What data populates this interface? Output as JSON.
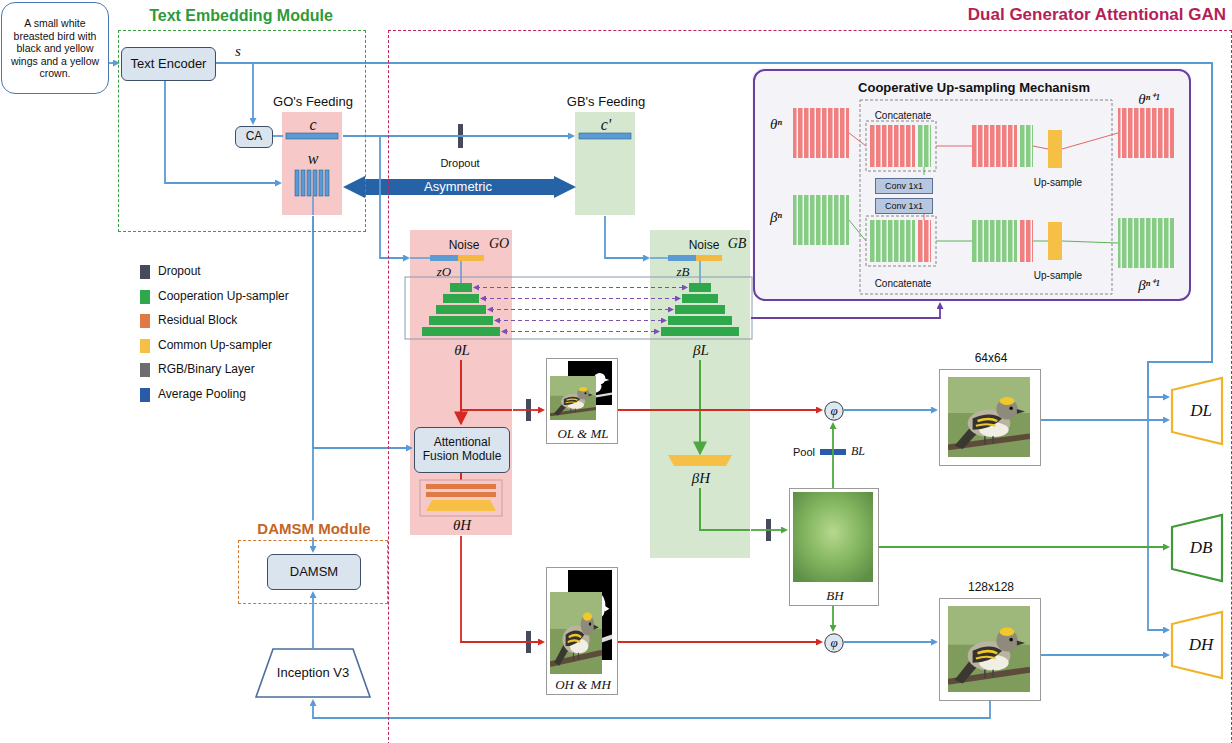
{
  "diagram": {
    "nodes": [
      {
        "text": [
          "A small white breasted bird with black and yellow wings and a yellow crown."
        ]
      },
      {
        "text": [
          "Text Embedding Module"
        ]
      },
      {
        "text": [
          "Text Encoder"
        ],
        "in": 1
      },
      {
        "text": [
          "CA"
        ],
        "in": 1
      },
      {
        "text": [
          "GO's Feeding",
          "c",
          "w"
        ],
        "in": 1
      },
      {
        "text": [
          "Dual Generator Attentional GAN"
        ]
      },
      {
        "text": [
          "GB's Feeding",
          "c'"
        ],
        "in": 5
      },
      {
        "text": [
          "GO",
          "Noise",
          "zO",
          "θL",
          "θH"
        ],
        "in": 5
      },
      {
        "text": [
          "GB",
          "Noise",
          "zB",
          "βL",
          "βH"
        ],
        "in": 5
      },
      {
        "text": [
          "Cooperative Up-sampling Mechanism",
          "θⁿ",
          "βⁿ",
          "Concatenate",
          "Concatenate",
          "Up-sample",
          "Up-sample",
          "θⁿ⁺¹",
          "βⁿ⁺¹"
        ],
        "in": 5
      },
      {
        "text": [
          "Conv 1x1"
        ],
        "in": 9
      },
      {
        "text": [
          "Conv 1x1"
        ],
        "in": 9
      },
      {
        "text": [
          "Attentional Fusion Module"
        ],
        "in": 7
      },
      {
        "text": [
          "OL & ML"
        ],
        "in": 5
      },
      {
        "text": [
          "OH & MH"
        ],
        "in": 5
      },
      {
        "text": [
          "BH"
        ],
        "in": 5
      },
      {
        "text": [
          "φ"
        ],
        "in": 5
      },
      {
        "text": [
          "φ"
        ],
        "in": 5
      },
      {
        "text": [
          "64x64"
        ],
        "in": 5
      },
      {
        "text": [
          "128x128"
        ],
        "in": 5
      },
      {
        "text": [
          "DL"
        ],
        "in": 5
      },
      {
        "text": [
          "DB"
        ],
        "in": 5
      },
      {
        "text": [
          "DH"
        ],
        "in": 5
      },
      {
        "text": [
          "DAMSM Module"
        ]
      },
      {
        "text": [
          "DAMSM"
        ],
        "in": 23
      },
      {
        "text": [
          "Inception V3"
        ]
      }
    ],
    "edges": [
      {
        "from": 0,
        "to": 2,
        "arrow": "to"
      },
      {
        "from": 2,
        "to": 3,
        "arrow": "to"
      },
      {
        "from": 3,
        "to": 4,
        "arrow": "none"
      },
      {
        "from": 2,
        "to": 4,
        "arrow": "to"
      },
      {
        "from": 2,
        "to": 20,
        "arrow": "to"
      },
      {
        "from": 2,
        "to": 22,
        "arrow": "to"
      },
      {
        "from": 4,
        "to": 6,
        "label": "Dropout",
        "arrow": "to"
      },
      {
        "from": 4,
        "to": 6,
        "label": "Asymmetric",
        "arrow": "both"
      },
      {
        "from": 4,
        "to": 7,
        "arrow": "to"
      },
      {
        "from": 6,
        "to": 8,
        "arrow": "to"
      },
      {
        "from": 4,
        "to": 12,
        "arrow": "to"
      },
      {
        "from": 4,
        "to": 24,
        "arrow": "to"
      },
      {
        "from": 8,
        "to": 9,
        "arrow": "to"
      },
      {
        "from": 7,
        "to": 13,
        "arrow": "to"
      },
      {
        "from": 7,
        "to": 14,
        "arrow": "to"
      },
      {
        "from": 13,
        "to": 16,
        "arrow": "to"
      },
      {
        "from": 14,
        "to": 17,
        "arrow": "to"
      },
      {
        "from": 8,
        "to": 15,
        "arrow": "to"
      },
      {
        "from": 15,
        "to": 16,
        "arrow": "to"
      },
      {
        "from": 15,
        "to": 17,
        "arrow": "to"
      },
      {
        "from": 15,
        "to": 21,
        "arrow": "to"
      },
      {
        "from": 16,
        "to": 18,
        "arrow": "to"
      },
      {
        "from": 17,
        "to": 19,
        "arrow": "to"
      },
      {
        "from": 18,
        "to": 20,
        "arrow": "to"
      },
      {
        "from": 19,
        "to": 22,
        "arrow": "to"
      },
      {
        "from": 19,
        "to": 25,
        "arrow": "to"
      },
      {
        "from": 25,
        "to": 24,
        "arrow": "to"
      }
    ],
    "labels": [
      "s",
      "Pool",
      "BL"
    ],
    "legend": [
      {
        "text": "Dropout",
        "color": "#454a5c"
      },
      {
        "text": "Cooperation Up-sampler",
        "color": "#2ea84a"
      },
      {
        "text": "Residual Block",
        "color": "#e07a45"
      },
      {
        "text": "Common Up-sampler",
        "color": "#f5c045"
      },
      {
        "text": "RGB/Binary Layer",
        "color": "#6d6d6d"
      },
      {
        "text": "Average Pooling",
        "color": "#2a5ba8"
      }
    ]
  }
}
